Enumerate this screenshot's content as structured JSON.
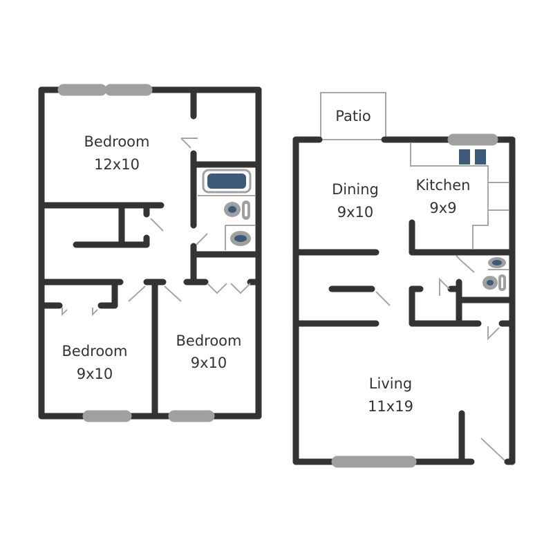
{
  "colors": {
    "wall": "#333333",
    "window": "#a0a0a0",
    "door_swing": "#a6a6a6",
    "fixture": "#3d5a7b",
    "background": "#ffffff"
  },
  "rooms": {
    "bedroom_top": {
      "name": "Bedroom",
      "size": "12x10"
    },
    "bedroom_left": {
      "name": "Bedroom",
      "size": "9x10"
    },
    "bedroom_right": {
      "name": "Bedroom",
      "size": "9x10"
    },
    "patio": {
      "name": "Patio"
    },
    "dining": {
      "name": "Dining",
      "size": "9x10"
    },
    "kitchen": {
      "name": "Kitchen",
      "size": "9x9"
    },
    "living": {
      "name": "Living",
      "size": "11x19"
    }
  },
  "icons": [
    "bathtub-icon",
    "toilet-icon",
    "sink-icon",
    "stove-icon"
  ]
}
